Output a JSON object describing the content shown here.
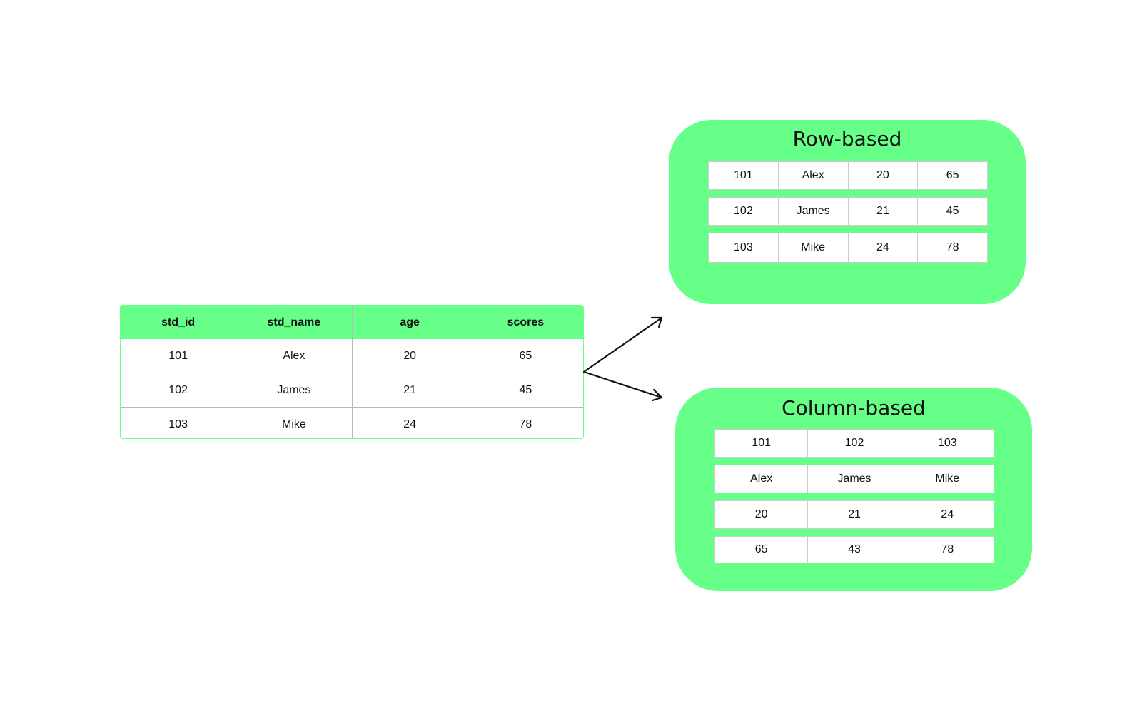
{
  "source_table": {
    "headers": [
      "std_id",
      "std_name",
      "age",
      "scores"
    ],
    "rows": [
      [
        "101",
        "Alex",
        "20",
        "65"
      ],
      [
        "102",
        "James",
        "21",
        "45"
      ],
      [
        "103",
        "Mike",
        "24",
        "78"
      ]
    ]
  },
  "row_based": {
    "title": "Row-based",
    "rows": [
      [
        "101",
        "Alex",
        "20",
        "65"
      ],
      [
        "102",
        "James",
        "21",
        "45"
      ],
      [
        "103",
        "Mike",
        "24",
        "78"
      ]
    ]
  },
  "column_based": {
    "title": "Column-based",
    "rows": [
      [
        "101",
        "102",
        "103"
      ],
      [
        "Alex",
        "James",
        "Mike"
      ],
      [
        "20",
        "21",
        "24"
      ],
      [
        "65",
        "43",
        "78"
      ]
    ]
  },
  "colors": {
    "accent_green": "#66ff88",
    "grid_line": "#b8b8b8",
    "arrow": "#111111"
  },
  "icons": {
    "arrow_up": "arrow-right-up-icon",
    "arrow_down": "arrow-right-down-icon"
  }
}
